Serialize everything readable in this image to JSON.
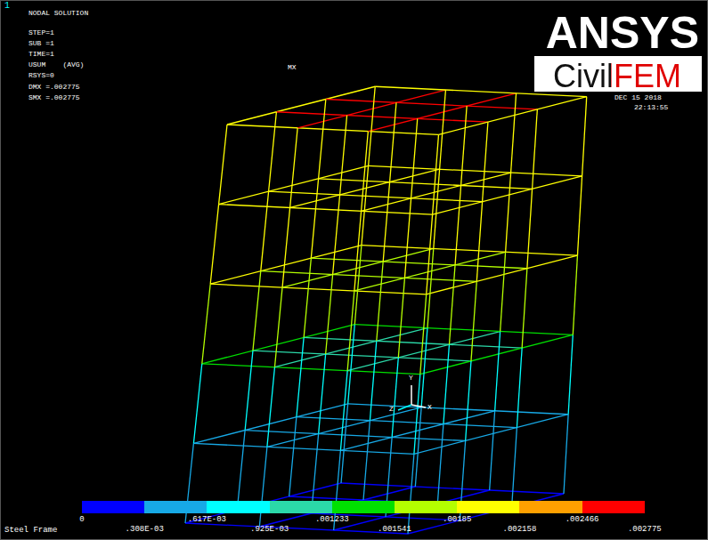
{
  "diagram": {
    "caption": "Steel Frame",
    "labels": [
      "1",
      "NODAL SOLUTION",
      "STEP=1",
      "SUB =1",
      "TIME=1",
      "USUM    (AVG)",
      "RSYS=0",
      "DMX =.002775",
      "SMX =.002775",
      "MX",
      "ANSYS",
      "CivilFEM",
      "DEC 15 2018",
      "22:13:55",
      "Y",
      "Z",
      "X",
      ".002775"
    ],
    "legend": [
      {
        "text": "0",
        "color": "#0000ff"
      },
      {
        "text": ".308E-03",
        "color": "#17a9e6"
      },
      {
        "text": ".617E-03",
        "color": "#00ffff"
      },
      {
        "text": ".925E-03",
        "color": "#2bd9a8"
      },
      {
        "text": ".001233",
        "color": "#00e000"
      },
      {
        "text": ".001541",
        "color": "#b4ff00"
      },
      {
        "text": ".00185",
        "color": "#ffff00"
      },
      {
        "text": ".002158",
        "color": "#ffa000"
      },
      {
        "text": ".002466",
        "color": "#ff0000"
      }
    ]
  }
}
